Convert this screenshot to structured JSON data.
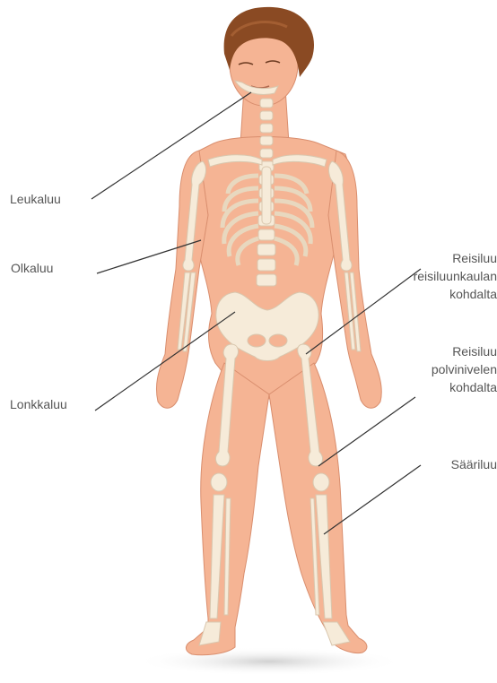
{
  "labels": {
    "leukaluu": "Leukaluu",
    "olkaluu": "Olkaluu",
    "lonkkaluu": "Lonkkaluu",
    "reisiluu_kaula": [
      "Reisiluu",
      "reisiluunkaulan",
      "kohdalta"
    ],
    "reisiluu_polvi": [
      "Reisiluu",
      "polvinivelen",
      "kohdalta"
    ],
    "sääriluu": "Sääriluu"
  },
  "colors": {
    "skin": "#f5b494",
    "skin_shade": "#eea07f",
    "bone": "#f6ebd9",
    "bone_outline": "#d9c7ae",
    "hair": "#8a4a23",
    "leader_line": "#333333",
    "label_text": "#555555"
  }
}
